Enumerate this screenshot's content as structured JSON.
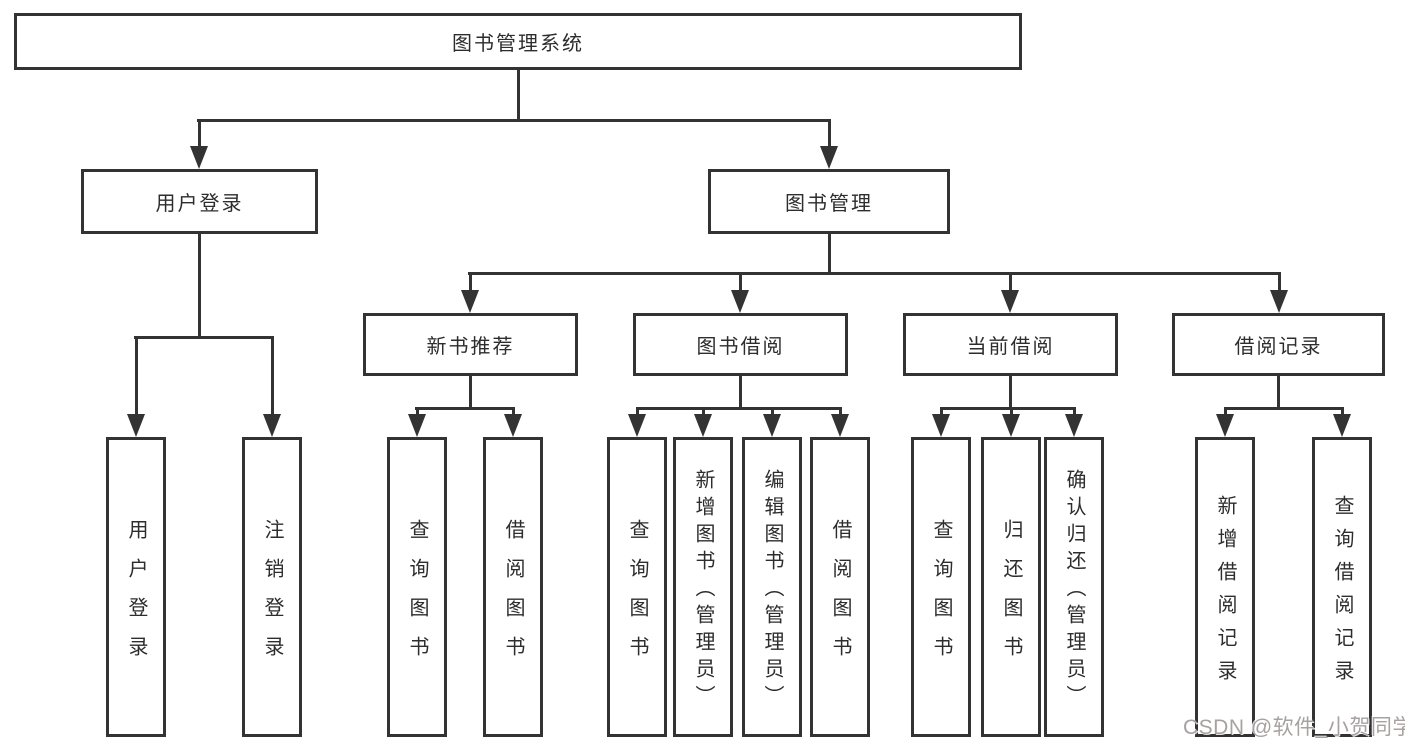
{
  "colors": {
    "background": "#ffffff",
    "line": "#333333",
    "box_border": "#333333",
    "box_background": "#ffffff",
    "text": "#2d2d2d",
    "watermark": "#a8a1a1"
  },
  "tree": {
    "root": {
      "label": "图书管理系统",
      "children": [
        {
          "label": "用户登录",
          "children": [
            {
              "label": "用户登录"
            },
            {
              "label": "注销登录"
            }
          ]
        },
        {
          "label": "图书管理",
          "children": [
            {
              "label": "新书推荐",
              "children": [
                {
                  "label": "查询图书"
                },
                {
                  "label": "借阅图书"
                }
              ]
            },
            {
              "label": "图书借阅",
              "children": [
                {
                  "label": "查询图书"
                },
                {
                  "label": "新增图书（管理员）"
                },
                {
                  "label": "编辑图书（管理员）"
                },
                {
                  "label": "借阅图书"
                }
              ]
            },
            {
              "label": "当前借阅",
              "children": [
                {
                  "label": "查询图书"
                },
                {
                  "label": "归还图书"
                },
                {
                  "label": "确认归还（管理员）"
                }
              ]
            },
            {
              "label": "借阅记录",
              "children": [
                {
                  "label": "新增借阅记录"
                },
                {
                  "label": "查询借阅记录"
                }
              ]
            }
          ]
        }
      ]
    }
  },
  "watermark": {
    "text": "CSDN @软件_小贺同学"
  }
}
